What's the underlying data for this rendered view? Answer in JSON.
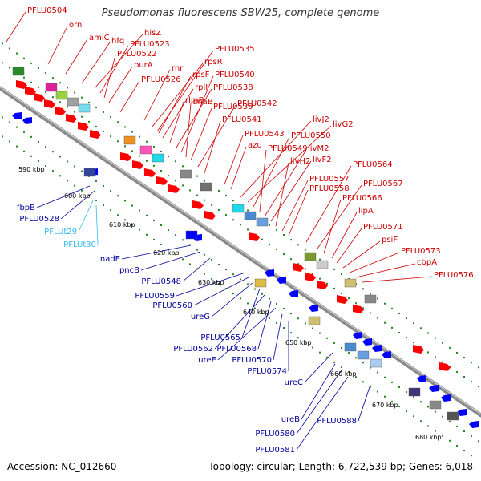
{
  "title": "Pseudomonas fluorescens SBW25, complete genome",
  "footer": {
    "accession": "Accession: NC_012660",
    "summary": "Topology: circular; Length: 6,722,539 bp; Genes: 6,018"
  },
  "colors": {
    "backbone": "#8a8a8a",
    "forward_gene": "#ff0000",
    "reverse_gene": "#0000ff",
    "forward_label": "#cc0000",
    "reverse_label": "#000099",
    "rna_label": "#33bbee",
    "tick_dots": "#228822"
  },
  "scale_labels": [
    "590 kbp",
    "600 kbp",
    "610 kbp",
    "620 kbp",
    "630 kbp",
    "640 kbp",
    "650 kbp",
    "660 kbp",
    "670 kbp",
    "680 kbp"
  ],
  "forward_labels": [
    "PFLU0504",
    "orn",
    "amiC",
    "hfq",
    "hisZ",
    "PFLU0523",
    "PFLU0522",
    "purA",
    "PFLU0526",
    "rnr",
    "rpsR",
    "PFLU0535",
    "rpsF",
    "rplI",
    "rlmB",
    "PFLU0538",
    "PFLU0540",
    "dnaB",
    "PFLU0539",
    "PFLU0542",
    "PFLU0541",
    "PFLU0543",
    "azu",
    "livJ2",
    "livG2",
    "PFLU0550",
    "PFLU0549",
    "livM2",
    "livF2",
    "livH2",
    "PFLU0557",
    "PFLU0558",
    "PFLU0564",
    "PFLU0567",
    "PFLU0566",
    "lipA",
    "PFLU0571",
    "psiF",
    "PFLU0573",
    "cbpA",
    "PFLU0576"
  ],
  "reverse_labels": [
    "fbpB",
    "PFLU0528",
    "nadE",
    "pncB",
    "PFLU0548",
    "PFLU0559",
    "PFLU0560",
    "ureG",
    "PFLU0565",
    "PFLU0562",
    "PFLU0568",
    "ureE",
    "PFLU0570",
    "PFLU0574",
    "ureC",
    "ureB",
    "PFLU0580",
    "PFLU0581",
    "PFLU0588"
  ],
  "rna_labels": [
    "PFLUt29",
    "PFLUt30"
  ]
}
